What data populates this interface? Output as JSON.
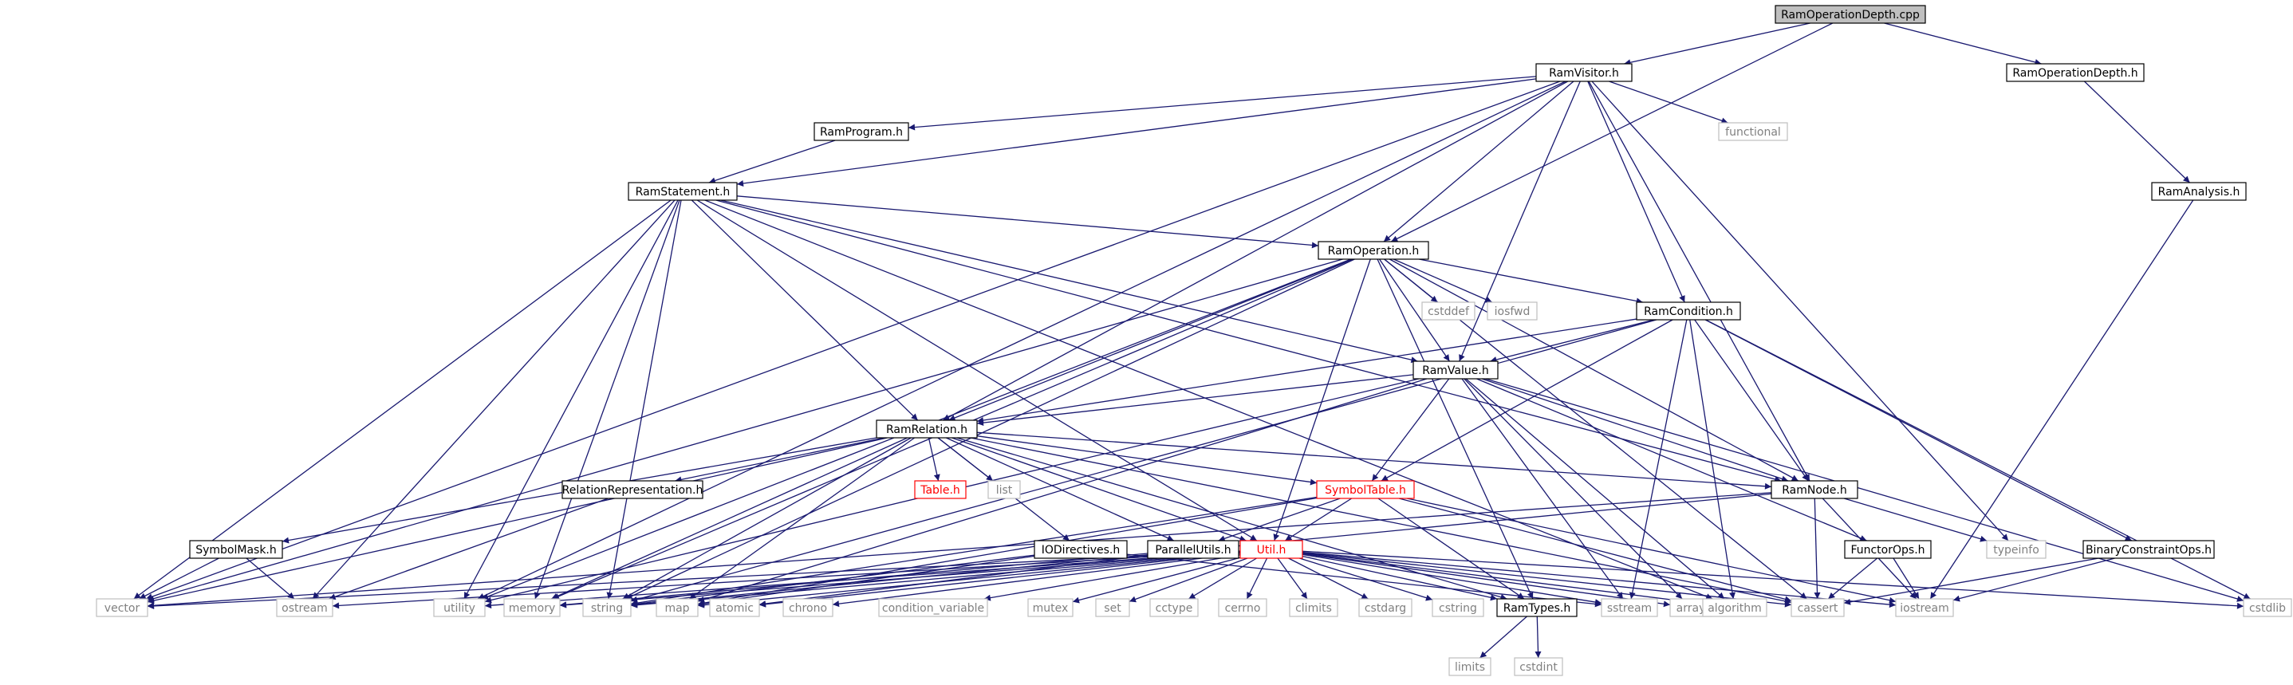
{
  "colors": {
    "edge": "#191970",
    "node_border": "#000000",
    "node_border_gray": "#bfbfbf",
    "node_border_red": "#ff0000",
    "node_fill_root": "#bfbfbf",
    "text": "#000000",
    "text_gray": "#808080",
    "text_red": "#ff0000"
  },
  "nodes": [
    {
      "id": "RamOperationDepth.cpp",
      "style": "root"
    },
    {
      "id": "RamVisitor.h",
      "style": "normal"
    },
    {
      "id": "RamOperationDepth.h",
      "style": "normal"
    },
    {
      "id": "RamProgram.h",
      "style": "normal"
    },
    {
      "id": "functional",
      "style": "gray"
    },
    {
      "id": "RamAnalysis.h",
      "style": "normal"
    },
    {
      "id": "RamStatement.h",
      "style": "normal"
    },
    {
      "id": "RamOperation.h",
      "style": "normal"
    },
    {
      "id": "cstddef",
      "style": "gray"
    },
    {
      "id": "iosfwd",
      "style": "gray"
    },
    {
      "id": "RamCondition.h",
      "style": "normal"
    },
    {
      "id": "RamValue.h",
      "style": "normal"
    },
    {
      "id": "RamRelation.h",
      "style": "normal"
    },
    {
      "id": "RelationRepresentation.h",
      "style": "normal"
    },
    {
      "id": "Table.h",
      "style": "red"
    },
    {
      "id": "list",
      "style": "gray"
    },
    {
      "id": "SymbolTable.h",
      "style": "red"
    },
    {
      "id": "RamNode.h",
      "style": "normal"
    },
    {
      "id": "SymbolMask.h",
      "style": "normal"
    },
    {
      "id": "IODirectives.h",
      "style": "normal"
    },
    {
      "id": "ParallelUtils.h",
      "style": "normal"
    },
    {
      "id": "Util.h",
      "style": "red"
    },
    {
      "id": "FunctorOps.h",
      "style": "normal"
    },
    {
      "id": "typeinfo",
      "style": "gray"
    },
    {
      "id": "BinaryConstraintOps.h",
      "style": "normal"
    },
    {
      "id": "vector",
      "style": "gray"
    },
    {
      "id": "ostream",
      "style": "gray"
    },
    {
      "id": "utility",
      "style": "gray"
    },
    {
      "id": "memory",
      "style": "gray"
    },
    {
      "id": "string",
      "style": "gray"
    },
    {
      "id": "map",
      "style": "gray"
    },
    {
      "id": "atomic",
      "style": "gray"
    },
    {
      "id": "chrono",
      "style": "gray"
    },
    {
      "id": "condition_variable",
      "style": "gray"
    },
    {
      "id": "mutex",
      "style": "gray"
    },
    {
      "id": "set",
      "style": "gray"
    },
    {
      "id": "cctype",
      "style": "gray"
    },
    {
      "id": "cerrno",
      "style": "gray"
    },
    {
      "id": "climits",
      "style": "gray"
    },
    {
      "id": "cstdarg",
      "style": "gray"
    },
    {
      "id": "cstring",
      "style": "gray"
    },
    {
      "id": "RamTypes.h",
      "style": "normal"
    },
    {
      "id": "sstream",
      "style": "gray"
    },
    {
      "id": "array",
      "style": "gray"
    },
    {
      "id": "algorithm",
      "style": "gray"
    },
    {
      "id": "cassert",
      "style": "gray"
    },
    {
      "id": "iostream",
      "style": "gray"
    },
    {
      "id": "cstdlib",
      "style": "gray"
    },
    {
      "id": "limits",
      "style": "gray"
    },
    {
      "id": "cstdint",
      "style": "gray"
    }
  ],
  "edges": [
    [
      "RamOperationDepth.cpp",
      "RamVisitor.h"
    ],
    [
      "RamOperationDepth.cpp",
      "RamOperationDepth.h"
    ],
    [
      "RamOperationDepth.cpp",
      "RamOperation.h"
    ],
    [
      "RamOperationDepth.h",
      "RamAnalysis.h"
    ],
    [
      "RamAnalysis.h",
      "iostream"
    ],
    [
      "RamVisitor.h",
      "RamProgram.h"
    ],
    [
      "RamVisitor.h",
      "functional"
    ],
    [
      "RamVisitor.h",
      "RamStatement.h"
    ],
    [
      "RamVisitor.h",
      "RamOperation.h"
    ],
    [
      "RamVisitor.h",
      "RamCondition.h"
    ],
    [
      "RamVisitor.h",
      "RamValue.h"
    ],
    [
      "RamVisitor.h",
      "RamRelation.h"
    ],
    [
      "RamVisitor.h",
      "RamNode.h"
    ],
    [
      "RamVisitor.h",
      "typeinfo"
    ],
    [
      "RamVisitor.h",
      "vector"
    ],
    [
      "RamVisitor.h",
      "utility"
    ],
    [
      "RamProgram.h",
      "RamStatement.h"
    ],
    [
      "RamStatement.h",
      "RamOperation.h"
    ],
    [
      "RamStatement.h",
      "RamValue.h"
    ],
    [
      "RamStatement.h",
      "RamRelation.h"
    ],
    [
      "RamStatement.h",
      "RamNode.h"
    ],
    [
      "RamStatement.h",
      "Util.h"
    ],
    [
      "RamStatement.h",
      "vector"
    ],
    [
      "RamStatement.h",
      "ostream"
    ],
    [
      "RamStatement.h",
      "utility"
    ],
    [
      "RamStatement.h",
      "memory"
    ],
    [
      "RamStatement.h",
      "string"
    ],
    [
      "RamStatement.h",
      "algorithm"
    ],
    [
      "RamOperation.h",
      "cstddef"
    ],
    [
      "RamOperation.h",
      "iosfwd"
    ],
    [
      "RamOperation.h",
      "RamCondition.h"
    ],
    [
      "RamOperation.h",
      "RamValue.h"
    ],
    [
      "RamOperation.h",
      "RamRelation.h"
    ],
    [
      "RamOperation.h",
      "RamNode.h"
    ],
    [
      "RamOperation.h",
      "Util.h"
    ],
    [
      "RamOperation.h",
      "RamTypes.h"
    ],
    [
      "RamOperation.h",
      "vector"
    ],
    [
      "RamOperation.h",
      "memory"
    ],
    [
      "RamOperation.h",
      "string"
    ],
    [
      "RamOperation.h",
      "utility"
    ],
    [
      "RamOperation.h",
      "cassert"
    ],
    [
      "RamCondition.h",
      "RamValue.h"
    ],
    [
      "RamCondition.h",
      "RamRelation.h"
    ],
    [
      "RamCondition.h",
      "RamNode.h"
    ],
    [
      "RamCondition.h",
      "SymbolTable.h"
    ],
    [
      "RamCondition.h",
      "BinaryConstraintOps.h"
    ],
    [
      "RamCondition.h",
      "string"
    ],
    [
      "RamCondition.h",
      "sstream"
    ],
    [
      "RamCondition.h",
      "algorithm"
    ],
    [
      "RamCondition.h",
      "cstdlib"
    ],
    [
      "RamValue.h",
      "RamRelation.h"
    ],
    [
      "RamValue.h",
      "RamNode.h"
    ],
    [
      "RamValue.h",
      "SymbolTable.h"
    ],
    [
      "RamValue.h",
      "FunctorOps.h"
    ],
    [
      "RamValue.h",
      "utility"
    ],
    [
      "RamValue.h",
      "map"
    ],
    [
      "RamValue.h",
      "sstream"
    ],
    [
      "RamValue.h",
      "array"
    ],
    [
      "RamValue.h",
      "algorithm"
    ],
    [
      "RamValue.h",
      "cstdlib"
    ],
    [
      "RamRelation.h",
      "RelationRepresentation.h"
    ],
    [
      "RamRelation.h",
      "Table.h"
    ],
    [
      "RamRelation.h",
      "list"
    ],
    [
      "RamRelation.h",
      "SymbolTable.h"
    ],
    [
      "RamRelation.h",
      "RamNode.h"
    ],
    [
      "RamRelation.h",
      "SymbolMask.h"
    ],
    [
      "RamRelation.h",
      "IODirectives.h"
    ],
    [
      "RamRelation.h",
      "ParallelUtils.h"
    ],
    [
      "RamRelation.h",
      "Util.h"
    ],
    [
      "RamRelation.h",
      "RamTypes.h"
    ],
    [
      "RamRelation.h",
      "vector"
    ],
    [
      "RamRelation.h",
      "memory"
    ],
    [
      "RamRelation.h",
      "string"
    ],
    [
      "RamRelation.h",
      "map"
    ],
    [
      "RamRelation.h",
      "cassert"
    ],
    [
      "RelationRepresentation.h",
      "ostream"
    ],
    [
      "SymbolMask.h",
      "vector"
    ],
    [
      "SymbolMask.h",
      "ostream"
    ],
    [
      "SymbolTable.h",
      "ParallelUtils.h"
    ],
    [
      "SymbolTable.h",
      "Util.h"
    ],
    [
      "SymbolTable.h",
      "RamTypes.h"
    ],
    [
      "SymbolTable.h",
      "string"
    ],
    [
      "SymbolTable.h",
      "map"
    ],
    [
      "SymbolTable.h",
      "iostream"
    ],
    [
      "SymbolTable.h",
      "cassert"
    ],
    [
      "RamNode.h",
      "typeinfo"
    ],
    [
      "RamNode.h",
      "vector"
    ],
    [
      "RamNode.h",
      "string"
    ],
    [
      "RamNode.h",
      "cassert"
    ],
    [
      "RamNode.h",
      "iostream"
    ],
    [
      "IODirectives.h",
      "string"
    ],
    [
      "IODirectives.h",
      "map"
    ],
    [
      "IODirectives.h",
      "sstream"
    ],
    [
      "ParallelUtils.h",
      "atomic"
    ],
    [
      "ParallelUtils.h",
      "memory"
    ],
    [
      "FunctorOps.h",
      "cassert"
    ],
    [
      "FunctorOps.h",
      "iostream"
    ],
    [
      "BinaryConstraintOps.h",
      "cassert"
    ],
    [
      "BinaryConstraintOps.h",
      "iostream"
    ],
    [
      "Util.h",
      "vector"
    ],
    [
      "Util.h",
      "ostream"
    ],
    [
      "Util.h",
      "utility"
    ],
    [
      "Util.h",
      "memory"
    ],
    [
      "Util.h",
      "string"
    ],
    [
      "Util.h",
      "map"
    ],
    [
      "Util.h",
      "atomic"
    ],
    [
      "Util.h",
      "chrono"
    ],
    [
      "Util.h",
      "condition_variable"
    ],
    [
      "Util.h",
      "mutex"
    ],
    [
      "Util.h",
      "set"
    ],
    [
      "Util.h",
      "cctype"
    ],
    [
      "Util.h",
      "cerrno"
    ],
    [
      "Util.h",
      "climits"
    ],
    [
      "Util.h",
      "cstdarg"
    ],
    [
      "Util.h",
      "cstring"
    ],
    [
      "Util.h",
      "RamTypes.h"
    ],
    [
      "Util.h",
      "sstream"
    ],
    [
      "Util.h",
      "array"
    ],
    [
      "Util.h",
      "algorithm"
    ],
    [
      "Util.h",
      "cassert"
    ],
    [
      "Util.h",
      "iostream"
    ],
    [
      "Util.h",
      "cstdlib"
    ],
    [
      "RamTypes.h",
      "limits"
    ],
    [
      "RamTypes.h",
      "cstdint"
    ]
  ]
}
